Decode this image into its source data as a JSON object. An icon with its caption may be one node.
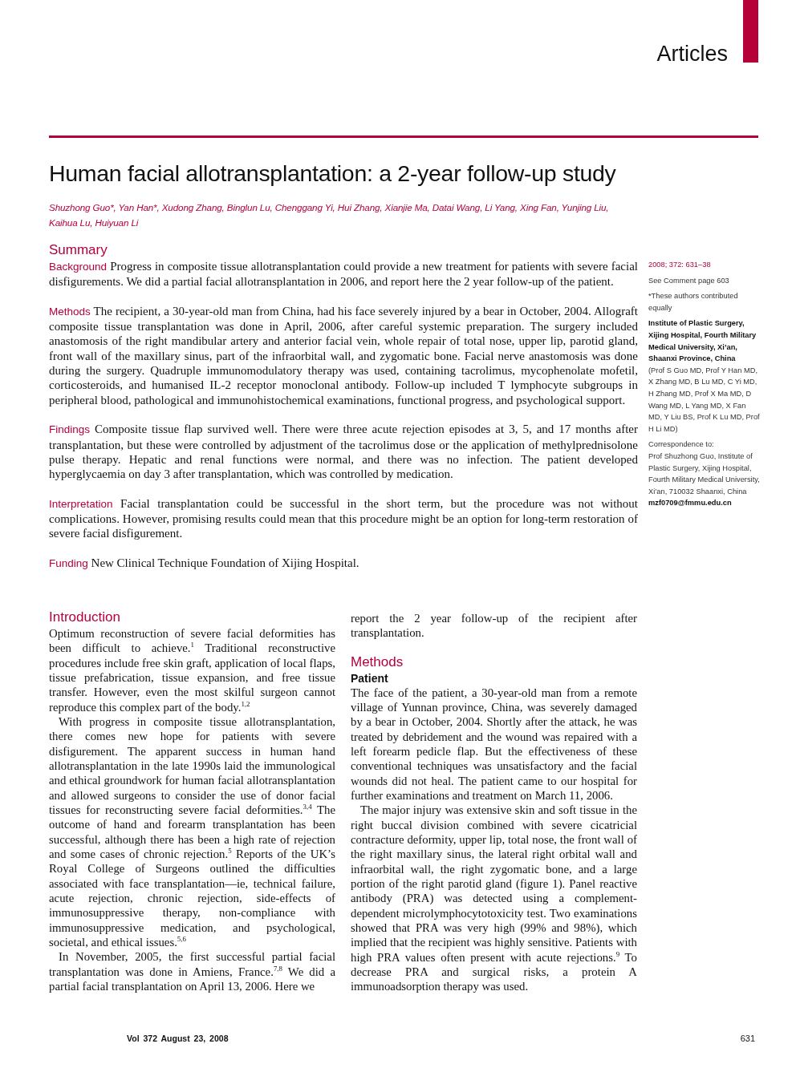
{
  "diagram": {
    "title": "Human facial allotransplantation: a 2-year follow-up study",
    "labels": [
      "Articles",
      "Shuzhong Guo*, Yan Han*, Xudong Zhang, Binglun Lu, Chenggang Yi, Hui Zhang, Xianjie Ma, Datai Wang, Li Yang, Xing Fan, Yunjing Liu, Kaihua Lu, Huiyuan Li",
      "Summary",
      "Background",
      "Progress in composite tissue allotransplantation could provide a new treatment for patients with severe facial disfigurements. We did a partial facial allotransplantation in 2006, and report here the 2 year follow-up of the patient.",
      "Methods",
      "The recipient, a 30-year-old man from China, had his face severely injured by a bear in October, 2004. Allograft composite tissue transplantation was done in April, 2006, after careful systemic preparation. The surgery included anastomosis of the right mandibular artery and anterior facial vein, whole repair of total nose, upper lip, parotid gland, front wall of the maxillary sinus, part of the infraorbital wall, and zygomatic bone. Facial nerve anastomosis was done during the surgery. Quadruple immunomodulatory therapy was used, containing tacrolimus, mycophenolate mofetil, corticosteroids, and humanised IL-2 receptor monoclonal antibody. Follow-up included T lymphocyte subgroups in peripheral blood, pathological and immunohistochemical examinations, functional progress, and psychological support.",
      "Findings",
      "Composite tissue flap survived well. There were three acute rejection episodes at 3, 5, and 17 months after transplantation, but these were controlled by adjustment of the tacrolimus dose or the application of methylprednisolone pulse therapy. Hepatic and renal functions were normal, and there was no infection. The patient developed hyperglycaemia on day 3 after transplantation, which was controlled by medication.",
      "Interpretation",
      "Facial transplantation could be successful in the short term, but the procedure was not without complications. However, promising results could mean that this procedure might be an option for long-term restoration of severe facial disfigurement.",
      "Funding",
      "New Clinical Technique Foundation of Xijing Hospital.",
      "2008; 372: 631–38",
      "See Comment page 603",
      "*These authors contributed equally",
      "Institute of Plastic Surgery, Xijing Hospital, Fourth Military Medical University, Xi’an, Shaanxi Province, China",
      "(Prof S Guo MD, Prof Y Han MD, X Zhang MD, B Lu MD, C Yi MD, H Zhang MD, Prof X Ma MD, D Wang MD, L Yang MD, X Fan MD, Y Liu BS, Prof K Lu MD, Prof H Li MD)",
      "Correspondence to:",
      "Prof Shuzhong Guo, Institute of Plastic Surgery, Xijing Hospital, Fourth Military Medical University, Xi’an, 710032 Shaanxi, China",
      "mzf0709@fmmu.edu.cn",
      "Introduction",
      "Optimum reconstruction of severe facial deformities has been difficult to achieve.$^{1}$ Traditional reconstructive procedures include free skin graft, application of local flaps, tissue prefabrication, tissue expansion, and free tissue transfer. However, even the most skilful surgeon cannot reproduce this complex part of the body.$^{1,2}$",
      "With progress in composite tissue allotransplantation, there comes new hope for patients with severe disfigurement. The apparent success in human hand allotransplantation in the late 1990s laid the immunological and ethical groundwork for human facial allotransplantation and allowed surgeons to consider the use of donor facial tissues for reconstructing severe facial deformities.$^{3,4}$ The outcome of hand and forearm transplantation has been successful, although there has been a high rate of rejection and some cases of chronic rejection.$^{5}$ Reports of the UK’s Royal College of Surgeons outlined the difficulties associated with face transplantation—ie, technical failure, acute rejection, chronic rejection, side-effects of immunosuppressive therapy, non-compliance with immunosuppressive medication, and psychological, societal, and ethical issues.$^{5,6}$",
      "In November, 2005, the first successful partial facial transplantation was done in Amiens, France.$^{7,8}$ We did a partial facial transplantation on April 13, 2006. Here we",
      "report the 2 year follow-up of the recipient after transplantation.",
      "Methods",
      "Patient",
      "The face of the patient, a 30-year-old man from a remote village of Yunnan province, China, was severely damaged by a bear in October, 2004. Shortly after the attack, he was treated by debridement and the wound was repaired with a left forearm pedicle flap. But the effectiveness of these conventional techniques was unsatisfactory and the facial wounds did not heal. The patient came to our hospital for further examinations and treatment on March 11, 2006.",
      "The major injury was extensive skin and soft tissue in the right buccal division combined with severe cicatricial contracture deformity, upper lip, total nose, the front wall of the right maxillary sinus, the lateral right orbital wall and infraorbital wall, the right zygomatic bone, and a large portion of the right parotid gland (figure 1). Panel reactive antibody (PRA) was detected using a complement-dependent microlymphocytotoxicity test. Two examinations showed that PRA was very high (99% and 98%), which implied that the recipient was highly sensitive. Patients with high PRA values often present with acute rejections.$^{9}$ To decrease PRA and surgical risks, a protein A immunoadsorption therapy was used.",
      "Vol 372 August 23, 2008",
      "631"
    ]
  }
}
